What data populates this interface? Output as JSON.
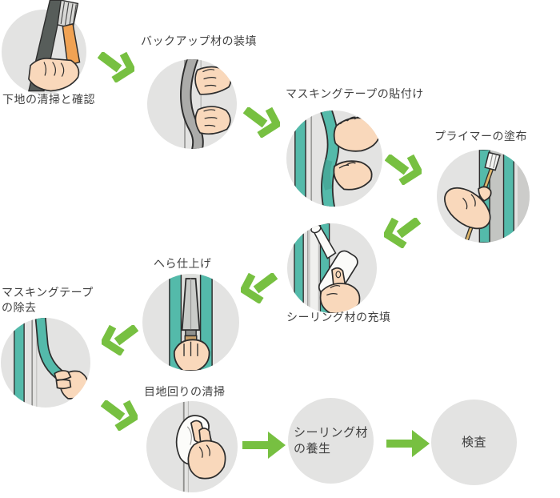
{
  "steps": [
    {
      "order": 1,
      "label": "下地の清掃と確認",
      "illustration": "brush-cleaning-joint"
    },
    {
      "order": 2,
      "label": "バックアップ材の装填",
      "illustration": "backup-rod-insertion"
    },
    {
      "order": 3,
      "label": "マスキングテープの貼付け",
      "illustration": "masking-tape-application"
    },
    {
      "order": 4,
      "label": "プライマーの塗布",
      "illustration": "primer-brush"
    },
    {
      "order": 5,
      "label": "シーリング材の充填",
      "illustration": "sealant-cartridge"
    },
    {
      "order": 6,
      "label": "へら仕上げ",
      "illustration": "spatula-finishing"
    },
    {
      "order": 7,
      "label_lines": [
        "マスキングテープ",
        "の除去"
      ],
      "illustration": "masking-tape-removal"
    },
    {
      "order": 8,
      "label": "目地回りの清掃",
      "illustration": "joint-wiping"
    },
    {
      "order": 9,
      "label_lines": [
        "シーリング材",
        "の養生"
      ],
      "illustration": null
    },
    {
      "order": 10,
      "label": "検査",
      "illustration": null
    }
  ],
  "arrows": [
    {
      "from": 1,
      "to": 2,
      "direction": "down-right"
    },
    {
      "from": 2,
      "to": 3,
      "direction": "down-right"
    },
    {
      "from": 3,
      "to": 4,
      "direction": "down-right"
    },
    {
      "from": 4,
      "to": 5,
      "direction": "down-left"
    },
    {
      "from": 5,
      "to": 6,
      "direction": "down-left"
    },
    {
      "from": 6,
      "to": 7,
      "direction": "down-left"
    },
    {
      "from": 7,
      "to": 8,
      "direction": "down-right"
    },
    {
      "from": 8,
      "to": 9,
      "direction": "right"
    },
    {
      "from": 9,
      "to": 10,
      "direction": "right"
    }
  ],
  "colors": {
    "arrow_green": "#77C041",
    "circle_bg": "#E3E3E2",
    "tape_teal": "#54BAAA",
    "skin": "#F9D8BB",
    "outline": "#2D2D2D",
    "label_text": "#404040"
  }
}
